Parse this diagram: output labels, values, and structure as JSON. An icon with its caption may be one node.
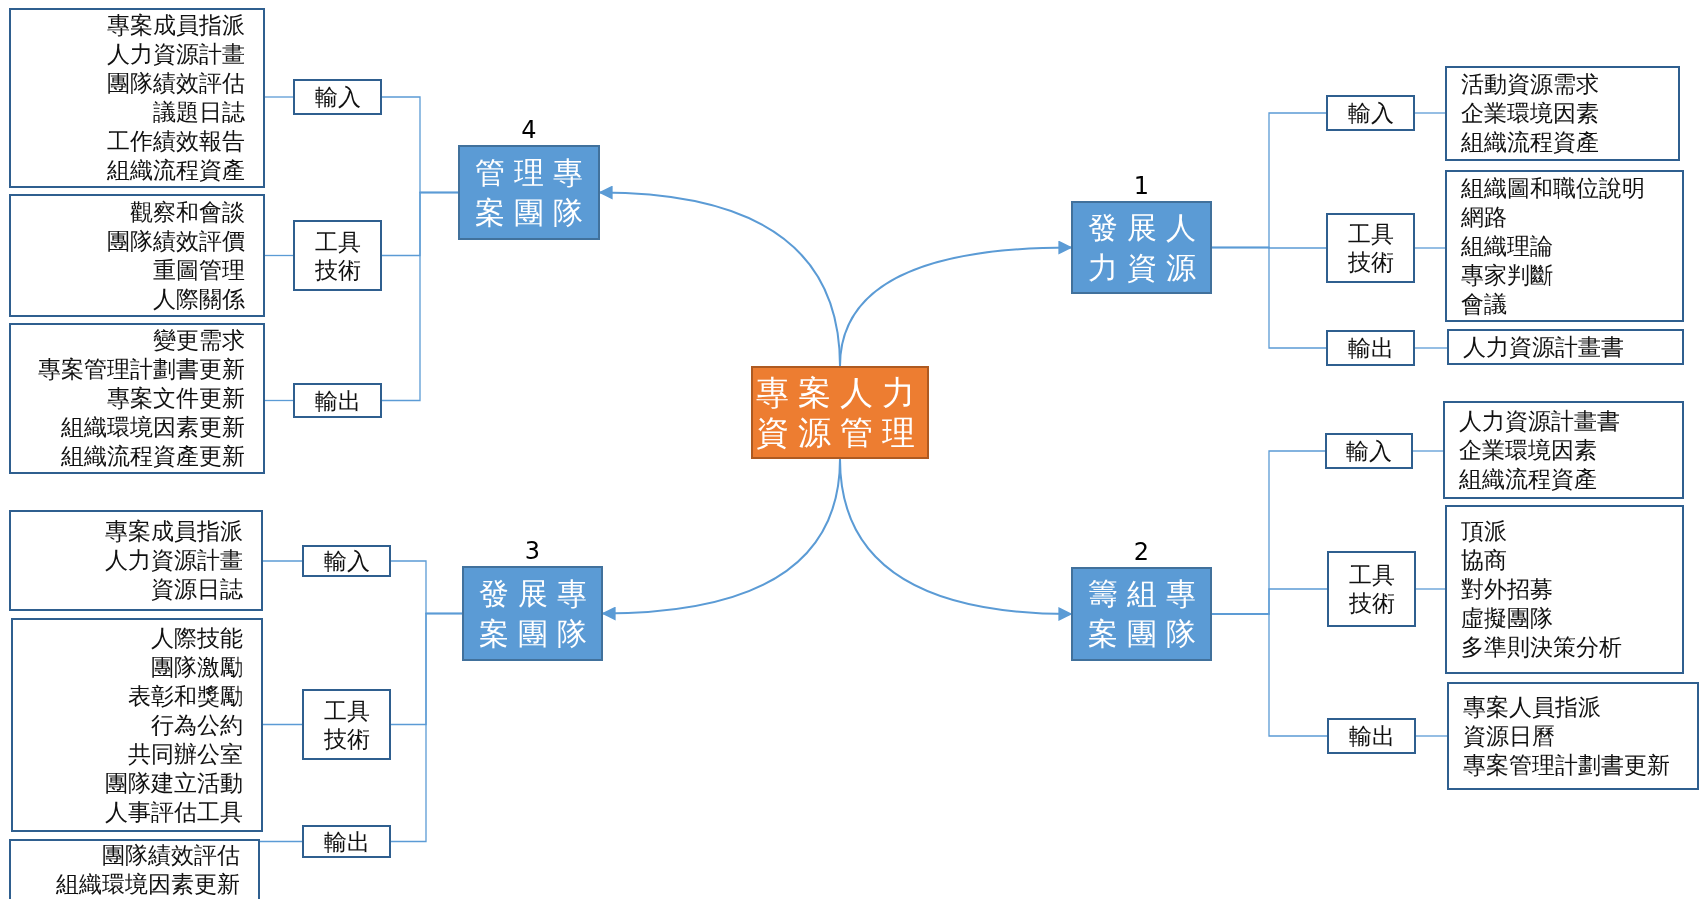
{
  "diagram": {
    "nodes": [
      {
        "text": [
          "專案人力資源管理"
        ]
      },
      {
        "text": [
          "發展人力資源"
        ],
        "beside": [
          "1"
        ]
      },
      {
        "text": [
          "輸入"
        ]
      },
      {
        "text": [
          "活動資源需求",
          "企業環境因素",
          "組織流程資產"
        ]
      },
      {
        "text": [
          "工具技術"
        ]
      },
      {
        "text": [
          "組織圖和職位說明",
          "網路",
          "組織理論",
          "專家判斷",
          "會議"
        ]
      },
      {
        "text": [
          "輸出"
        ]
      },
      {
        "text": [
          "人力資源計畫書"
        ]
      },
      {
        "text": [
          "籌組專案團隊"
        ],
        "beside": [
          "2"
        ]
      },
      {
        "text": [
          "輸入"
        ]
      },
      {
        "text": [
          "人力資源計畫書",
          "企業環境因素",
          "組織流程資產"
        ]
      },
      {
        "text": [
          "工具技術"
        ]
      },
      {
        "text": [
          "頂派",
          "協商",
          "對外招募",
          "虛擬團隊",
          "多準則決策分析"
        ]
      },
      {
        "text": [
          "輸出"
        ]
      },
      {
        "text": [
          "專案人員指派",
          "資源日曆",
          "專案管理計劃書更新"
        ]
      },
      {
        "text": [
          "發展專案團隊"
        ],
        "beside": [
          "3"
        ]
      },
      {
        "text": [
          "輸入"
        ]
      },
      {
        "text": [
          "專案成員指派",
          "人力資源計畫",
          "資源日誌"
        ]
      },
      {
        "text": [
          "工具技術"
        ]
      },
      {
        "text": [
          "人際技能",
          "團隊激勵",
          "表彰和獎勵",
          "行為公約",
          "共同辦公室",
          "團隊建立活動",
          "人事評估工具"
        ]
      },
      {
        "text": [
          "輸出"
        ]
      },
      {
        "text": [
          "團隊績效評估",
          "組織環境因素更新"
        ]
      },
      {
        "text": [
          "管理專案團隊"
        ],
        "beside": [
          "4"
        ]
      },
      {
        "text": [
          "輸入"
        ]
      },
      {
        "text": [
          "專案成員指派",
          "人力資源計畫",
          "團隊績效評估",
          "議題日誌",
          "工作績效報告",
          "組織流程資產"
        ]
      },
      {
        "text": [
          "工具技術"
        ]
      },
      {
        "text": [
          "觀察和會談",
          "團隊績效評價",
          "重圖管理",
          "人際關係"
        ]
      },
      {
        "text": [
          "輸出"
        ]
      },
      {
        "text": [
          "變更需求",
          "專案管理計劃書更新",
          "專案文件更新",
          "組織環境因素更新",
          "組織流程資產更新"
        ]
      }
    ],
    "edges": [
      {
        "from": 0,
        "to": 1,
        "arrow": "to"
      },
      {
        "from": 0,
        "to": 8,
        "arrow": "to"
      },
      {
        "from": 0,
        "to": 15,
        "arrow": "to"
      },
      {
        "from": 0,
        "to": 22,
        "arrow": "to"
      },
      {
        "from": 1,
        "to": 2,
        "arrow": "none"
      },
      {
        "from": 1,
        "to": 4,
        "arrow": "none"
      },
      {
        "from": 1,
        "to": 6,
        "arrow": "none"
      },
      {
        "from": 2,
        "to": 3,
        "arrow": "none"
      },
      {
        "from": 4,
        "to": 5,
        "arrow": "none"
      },
      {
        "from": 6,
        "to": 7,
        "arrow": "none"
      },
      {
        "from": 8,
        "to": 9,
        "arrow": "none"
      },
      {
        "from": 8,
        "to": 11,
        "arrow": "none"
      },
      {
        "from": 8,
        "to": 13,
        "arrow": "none"
      },
      {
        "from": 9,
        "to": 10,
        "arrow": "none"
      },
      {
        "from": 11,
        "to": 12,
        "arrow": "none"
      },
      {
        "from": 13,
        "to": 14,
        "arrow": "none"
      },
      {
        "from": 15,
        "to": 16,
        "arrow": "none"
      },
      {
        "from": 15,
        "to": 18,
        "arrow": "none"
      },
      {
        "from": 15,
        "to": 20,
        "arrow": "none"
      },
      {
        "from": 16,
        "to": 17,
        "arrow": "none"
      },
      {
        "from": 18,
        "to": 19,
        "arrow": "none"
      },
      {
        "from": 20,
        "to": 21,
        "arrow": "none"
      },
      {
        "from": 22,
        "to": 23,
        "arrow": "none"
      },
      {
        "from": 22,
        "to": 25,
        "arrow": "none"
      },
      {
        "from": 22,
        "to": 27,
        "arrow": "none"
      },
      {
        "from": 23,
        "to": 24,
        "arrow": "none"
      },
      {
        "from": 25,
        "to": 26,
        "arrow": "none"
      },
      {
        "from": 27,
        "to": 28,
        "arrow": "none"
      }
    ]
  }
}
